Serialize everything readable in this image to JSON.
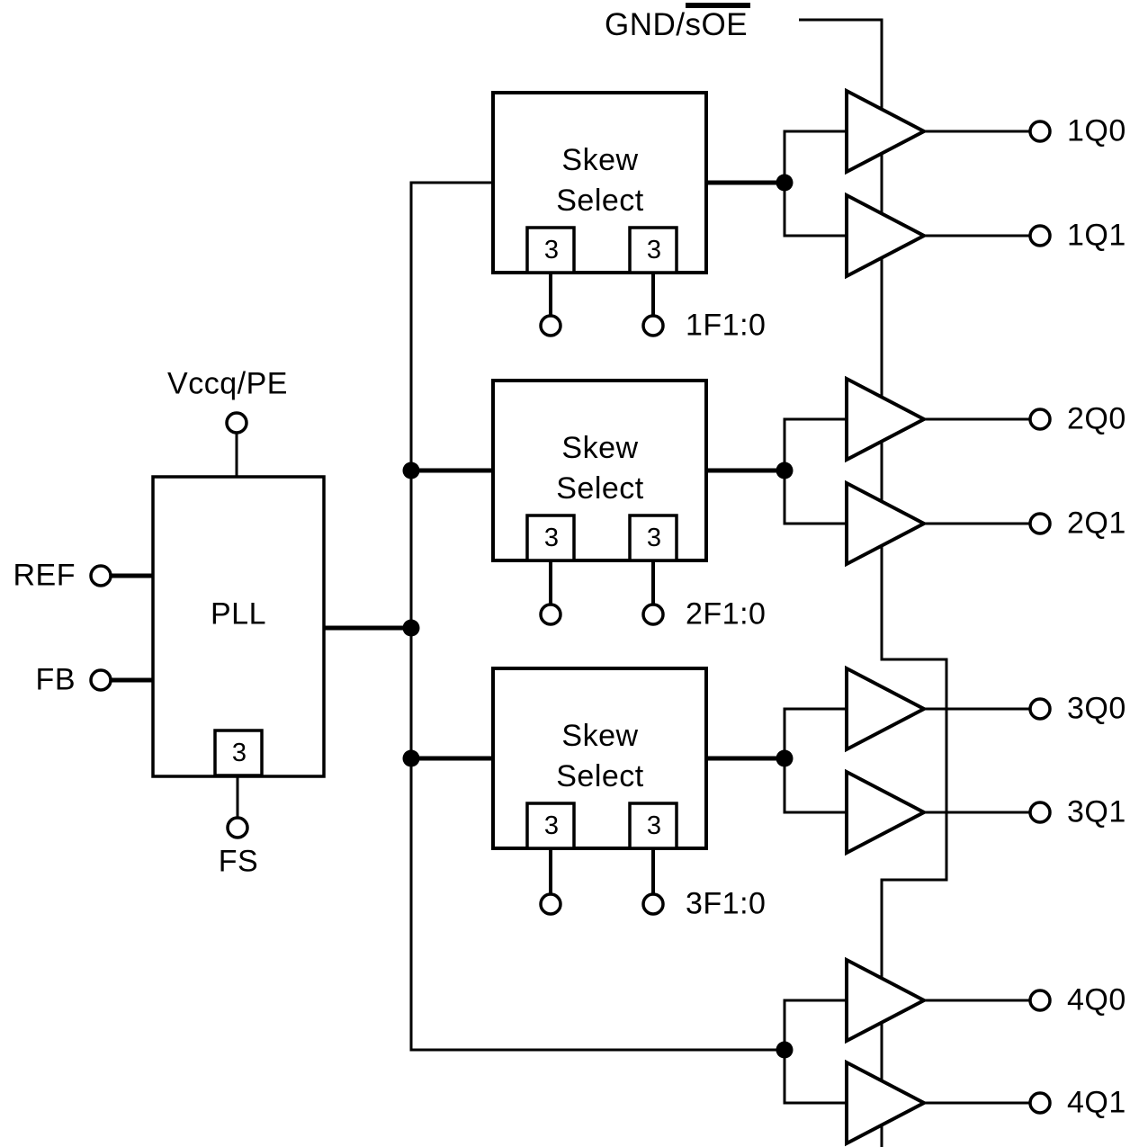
{
  "figure": {
    "enable_pin": {
      "prefix": "GND/",
      "active_low": "sOE"
    },
    "pll": {
      "label": "PLL",
      "power_pin": "Vccq/PE",
      "ref_pin": "REF",
      "fb_pin": "FB",
      "fs_pin": "FS",
      "fs_bus_width": "3"
    },
    "skew_blocks": [
      {
        "title_line1": "Skew",
        "title_line2": "Select",
        "bus_width": "3",
        "control_pin": "1F1:0"
      },
      {
        "title_line1": "Skew",
        "title_line2": "Select",
        "bus_width": "3",
        "control_pin": "2F1:0"
      },
      {
        "title_line1": "Skew",
        "title_line2": "Select",
        "bus_width": "3",
        "control_pin": "3F1:0"
      }
    ],
    "outputs": [
      "1Q0",
      "1Q1",
      "2Q0",
      "2Q1",
      "3Q0",
      "3Q1",
      "4Q0",
      "4Q1"
    ],
    "colors": {
      "line": "#000000",
      "background": "#ffffff"
    }
  }
}
